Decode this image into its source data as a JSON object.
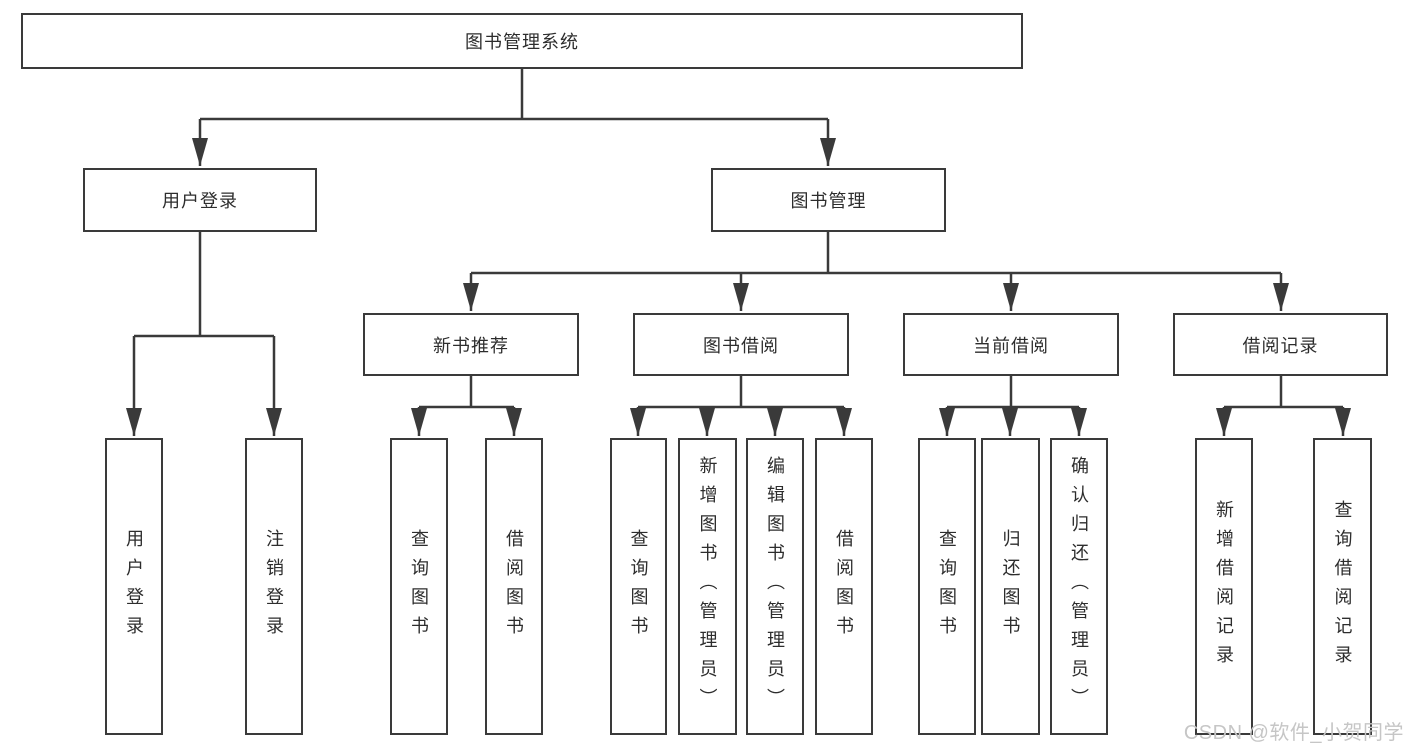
{
  "diagram": {
    "nodes": {
      "root": {
        "label": "图书管理系统"
      },
      "user_login_group": {
        "label": "用户登录"
      },
      "book_mgmt": {
        "label": "图书管理"
      },
      "new_book_rec": {
        "label": "新书推荐"
      },
      "book_borrow": {
        "label": "图书借阅"
      },
      "current_borrow": {
        "label": "当前借阅"
      },
      "borrow_record": {
        "label": "借阅记录"
      },
      "user_login": {
        "label": "用户登录"
      },
      "logout_login": {
        "label": "注销登录"
      },
      "rec_query_book": {
        "label": "查询图书"
      },
      "rec_borrow_book": {
        "label": "借阅图书"
      },
      "bb_query_book": {
        "label": "查询图书"
      },
      "bb_add_book": {
        "label": "新增图书（管理员）"
      },
      "bb_edit_book": {
        "label": "编辑图书（管理员）"
      },
      "bb_borrow_book": {
        "label": "借阅图书"
      },
      "cb_query_book": {
        "label": "查询图书"
      },
      "cb_return_book": {
        "label": "归还图书"
      },
      "cb_confirm_return": {
        "label": "确认归还（管理员）"
      },
      "br_add_record": {
        "label": "新增借阅记录"
      },
      "br_query_record": {
        "label": "查询借阅记录"
      }
    }
  },
  "watermark": {
    "text": "CSDN @软件_小贺同学"
  },
  "colors": {
    "line": "#3a3a3a",
    "text": "#2d2d2d",
    "box_fill": "#ffffff",
    "background": "#ffffff",
    "watermark": "#c6c6c6"
  }
}
